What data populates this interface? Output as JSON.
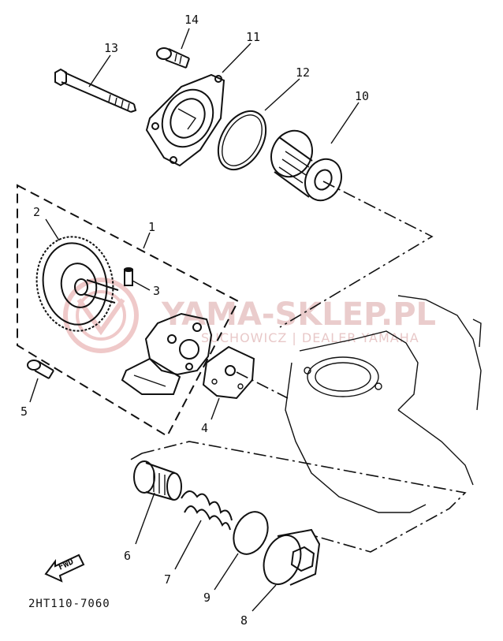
{
  "callouts": [
    {
      "id": "c1",
      "text": "1"
    },
    {
      "id": "c2",
      "text": "2"
    },
    {
      "id": "c3",
      "text": "3"
    },
    {
      "id": "c4",
      "text": "4"
    },
    {
      "id": "c5",
      "text": "5"
    },
    {
      "id": "c6",
      "text": "6"
    },
    {
      "id": "c7",
      "text": "7"
    },
    {
      "id": "c8",
      "text": "8"
    },
    {
      "id": "c9",
      "text": "9"
    },
    {
      "id": "c10",
      "text": "10"
    },
    {
      "id": "c11",
      "text": "11"
    },
    {
      "id": "c12",
      "text": "12"
    },
    {
      "id": "c13",
      "text": "13"
    },
    {
      "id": "c14",
      "text": "14"
    }
  ],
  "diagram_code": "2HT110-7060",
  "fwd_arrow_label": "FWD",
  "watermark": {
    "title": "YAMA-SKLEP.PL",
    "subtitle": "SUCHOWICZ | DEALER YAMAHA",
    "color": "#d9a3a3"
  },
  "line_color": "#111111"
}
